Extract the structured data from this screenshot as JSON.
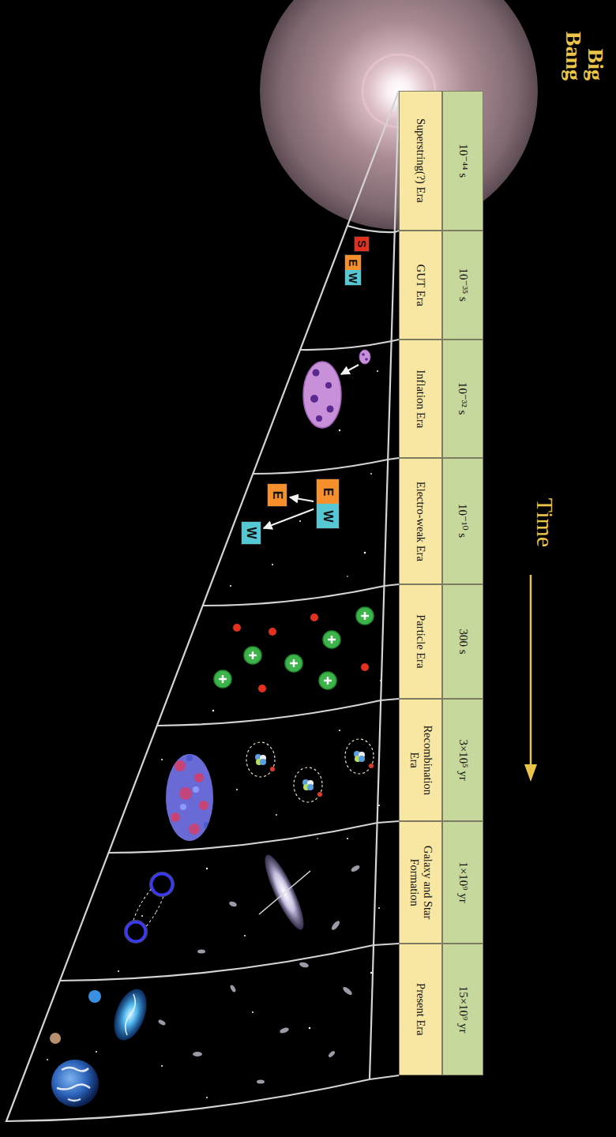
{
  "diagram": {
    "nodes": [
      {
        "text": [
          "10⁻⁴⁴ s"
        ]
      },
      {
        "text": [
          "10⁻³⁵ s"
        ]
      },
      {
        "text": [
          "10⁻³² s"
        ]
      },
      {
        "text": [
          "10⁻¹⁰ s"
        ]
      },
      {
        "text": [
          "300 s"
        ]
      },
      {
        "text": [
          "3×10⁵ yr"
        ]
      },
      {
        "text": [
          "1×10⁹ yr"
        ]
      },
      {
        "text": [
          "15×10⁹ yr"
        ]
      },
      {
        "text": [
          "Superstring(?) Era"
        ]
      },
      {
        "text": [
          "GUT Era"
        ]
      },
      {
        "text": [
          "Inflation Era"
        ]
      },
      {
        "text": [
          "Electro-weak Era"
        ]
      },
      {
        "text": [
          "Particle Era"
        ]
      },
      {
        "text": [
          "Recombination Era"
        ]
      },
      {
        "text": [
          "Galaxy and Star Formation"
        ]
      },
      {
        "text": [
          "Present Era"
        ]
      },
      {
        "text": [
          "S"
        ]
      },
      {
        "text": [
          "E",
          "W"
        ]
      },
      {
        "text": [
          "E",
          "W"
        ]
      },
      {
        "text": [
          "E"
        ]
      },
      {
        "text": [
          "W"
        ]
      }
    ],
    "edges": [
      {
        "from": 18,
        "to": 19,
        "arrow": "to"
      },
      {
        "from": 18,
        "to": 20,
        "arrow": "to"
      }
    ],
    "labels": [
      "Big Bang",
      "Time"
    ]
  }
}
